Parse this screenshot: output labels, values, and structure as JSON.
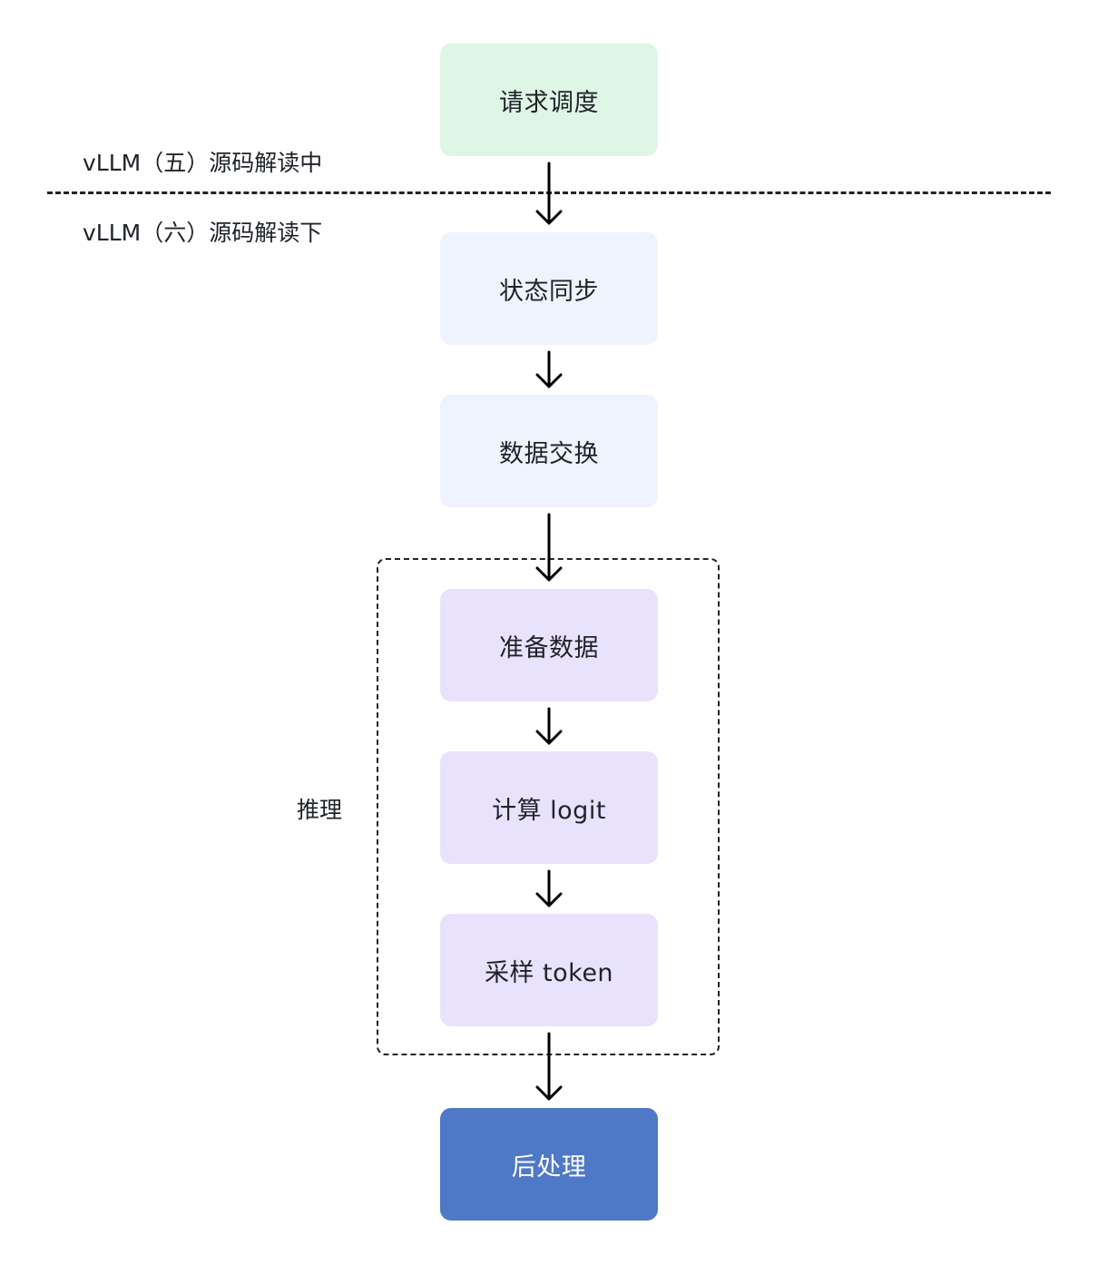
{
  "divider_labels": {
    "above": "vLLM（五）源码解读中",
    "below": "vLLM（六）源码解读下"
  },
  "group_label": "推理",
  "steps": [
    {
      "label": "请求调度",
      "color": "#dff5e6"
    },
    {
      "label": "状态同步",
      "color": "#eef3fd"
    },
    {
      "label": "数据交换",
      "color": "#eef3fd"
    },
    {
      "label": "准备数据",
      "color": "#e9e2fd"
    },
    {
      "label": "计算 logit",
      "color": "#e9e2fd"
    },
    {
      "label": "采样 token",
      "color": "#e9e2fd"
    },
    {
      "label": "后处理",
      "color": "#4f78c6"
    }
  ]
}
